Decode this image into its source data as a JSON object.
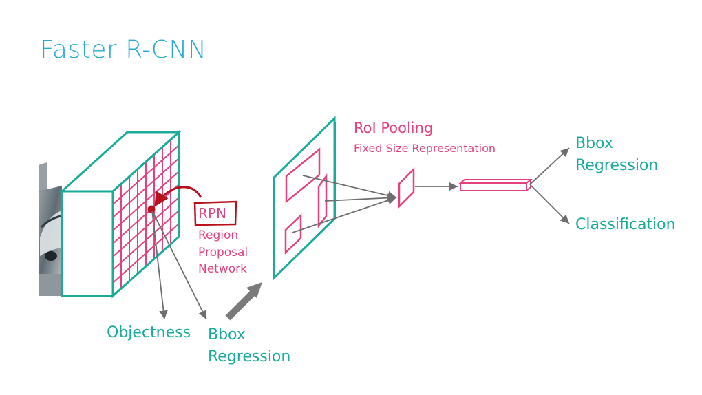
{
  "slide": {
    "title": "Faster R-CNN"
  },
  "labels": {
    "objectness": "Objectness",
    "bbox_regression_bottom": "Bbox\nRegression",
    "rpn": "RPN",
    "rpn_description": "Region\nProposal\nNetwork",
    "roi_pooling": "RoI Pooling",
    "fixed_size": "Fixed Size Representation",
    "bbox_regression_right": "Bbox\nRegression",
    "classification": "Classification"
  },
  "colors": {
    "title": "#29a9d0",
    "teal": "#1aab9b",
    "pink": "#e3417f",
    "red_annotation": "#b5121b",
    "arrow_gray": "#6e6e6e",
    "big_arrow_gray": "#7a7a7a"
  }
}
